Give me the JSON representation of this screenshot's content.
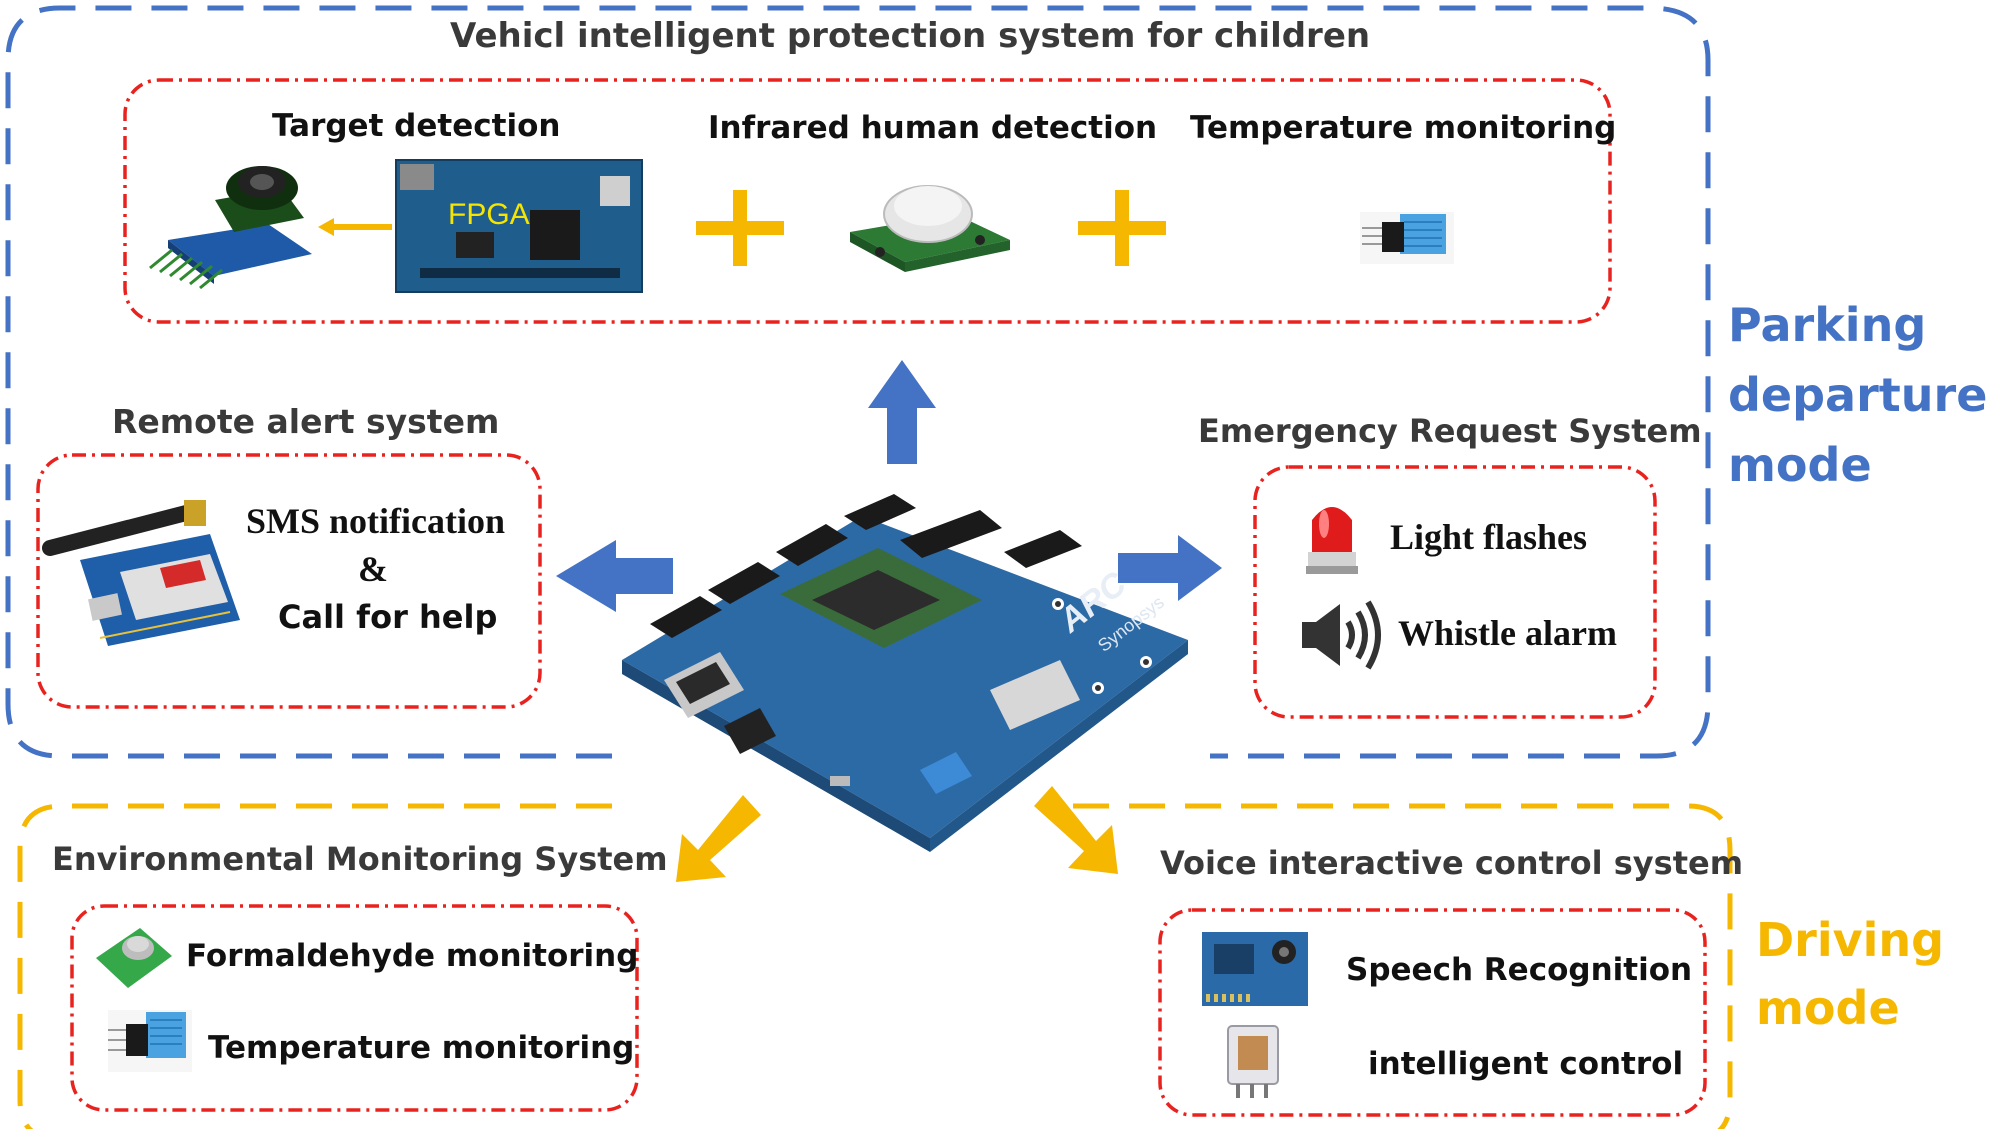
{
  "title": "Vehicl intelligent protection system for children",
  "modes": {
    "parking": [
      "Parking",
      "departure",
      "mode"
    ],
    "driving": [
      "Driving",
      "mode"
    ]
  },
  "top_panel": {
    "target_detection": "Target detection",
    "fpga_label": "FPGA",
    "infrared": "Infrared human detection",
    "temperature": "Temperature monitoring"
  },
  "remote": {
    "heading": "Remote alert system",
    "sms": "SMS notification",
    "amp": "&",
    "call": "Call for help"
  },
  "emergency": {
    "heading": "Emergency Request System",
    "light": "Light flashes",
    "whistle": "Whistle alarm"
  },
  "environment": {
    "heading": "Environmental Monitoring System",
    "formaldehyde": "Formaldehyde monitoring",
    "temperature": "Temperature monitoring"
  },
  "voice": {
    "heading": "Voice interactive control system",
    "speech": "Speech Recognition",
    "control": "intelligent control"
  },
  "board": {
    "logo": "ARC",
    "brand": "Synopsys"
  },
  "colors": {
    "parking_border": "#4472c4",
    "driving_border": "#f5b700",
    "panel_border": "#e8231f",
    "blue_arrow": "#4472c4",
    "yellow_arrow": "#f5b700"
  }
}
